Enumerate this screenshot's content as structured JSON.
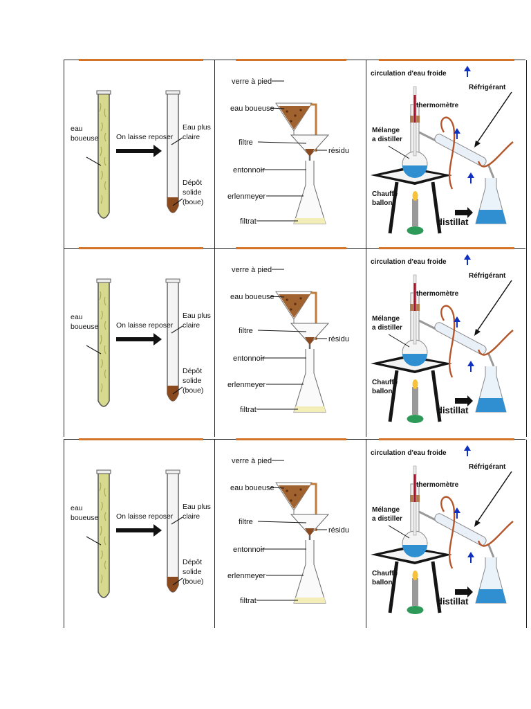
{
  "rows": [
    {
      "decantation": {
        "muddy_water": [
          "eau",
          "boueuse"
        ],
        "action": "On laisse reposer",
        "clear_water": [
          "Eau plus",
          "claire"
        ],
        "deposit": [
          "Dépôt",
          "solide",
          "(boue)"
        ]
      },
      "filtration": {
        "labels": [
          "verre à pied",
          "eau boueuse",
          "filtre",
          "résidu",
          "entonnoir",
          "erlenmeyer",
          "filtrat"
        ]
      },
      "distillation": {
        "cold_water": "circulation d'eau froide",
        "condenser": "Réfrigérant",
        "thermometer": "thermomètre",
        "mixture": [
          "Mélange",
          "a distiller"
        ],
        "heater": [
          "Chauffe",
          "ballon"
        ],
        "distillate": "distillat"
      }
    },
    {
      "decantation": {
        "muddy_water": [
          "eau",
          "boueuse"
        ],
        "action": "On laisse reposer",
        "clear_water": [
          "Eau plus",
          "claire"
        ],
        "deposit": [
          "Dépôt",
          "solide",
          "(boue)"
        ]
      },
      "filtration": {
        "labels": [
          "verre à pied",
          "eau boueuse",
          "filtre",
          "résidu",
          "entonnoir",
          "erlenmeyer",
          "filtrat"
        ]
      },
      "distillation": {
        "cold_water": "circulation d'eau froide",
        "condenser": "Réfrigérant",
        "thermometer": "thermomètre",
        "mixture": [
          "Mélange",
          "a distiller"
        ],
        "heater": [
          "Chauffe",
          "ballon"
        ],
        "distillate": "distillat"
      }
    },
    {
      "decantation": {
        "muddy_water": [
          "eau",
          "boueuse"
        ],
        "action": "On laisse reposer",
        "clear_water": [
          "Eau plus",
          "claire"
        ],
        "deposit": [
          "Dépôt",
          "solide",
          "(boue)"
        ]
      },
      "filtration": {
        "labels": [
          "verre à pied",
          "eau boueuse",
          "filtre",
          "résidu",
          "entonnoir",
          "erlenmeyer",
          "filtrat"
        ]
      },
      "distillation": {
        "cold_water": "circulation d'eau froide",
        "condenser": "Réfrigérant",
        "thermometer": "thermomètre",
        "mixture": [
          "Mélange",
          "a distiller"
        ],
        "heater": [
          "Chauffe",
          "ballon"
        ],
        "distillate": "distillat"
      }
    }
  ],
  "colors": {
    "muddy_water": "#d6d98e",
    "mud": "#8b4a1e",
    "filtrate": "#f3eeb8",
    "distillation_liquid": "#2f8fd0",
    "tubing": "#b4572c",
    "arrow_blue": "#1030c0",
    "accent_orange": "#d4742a"
  }
}
